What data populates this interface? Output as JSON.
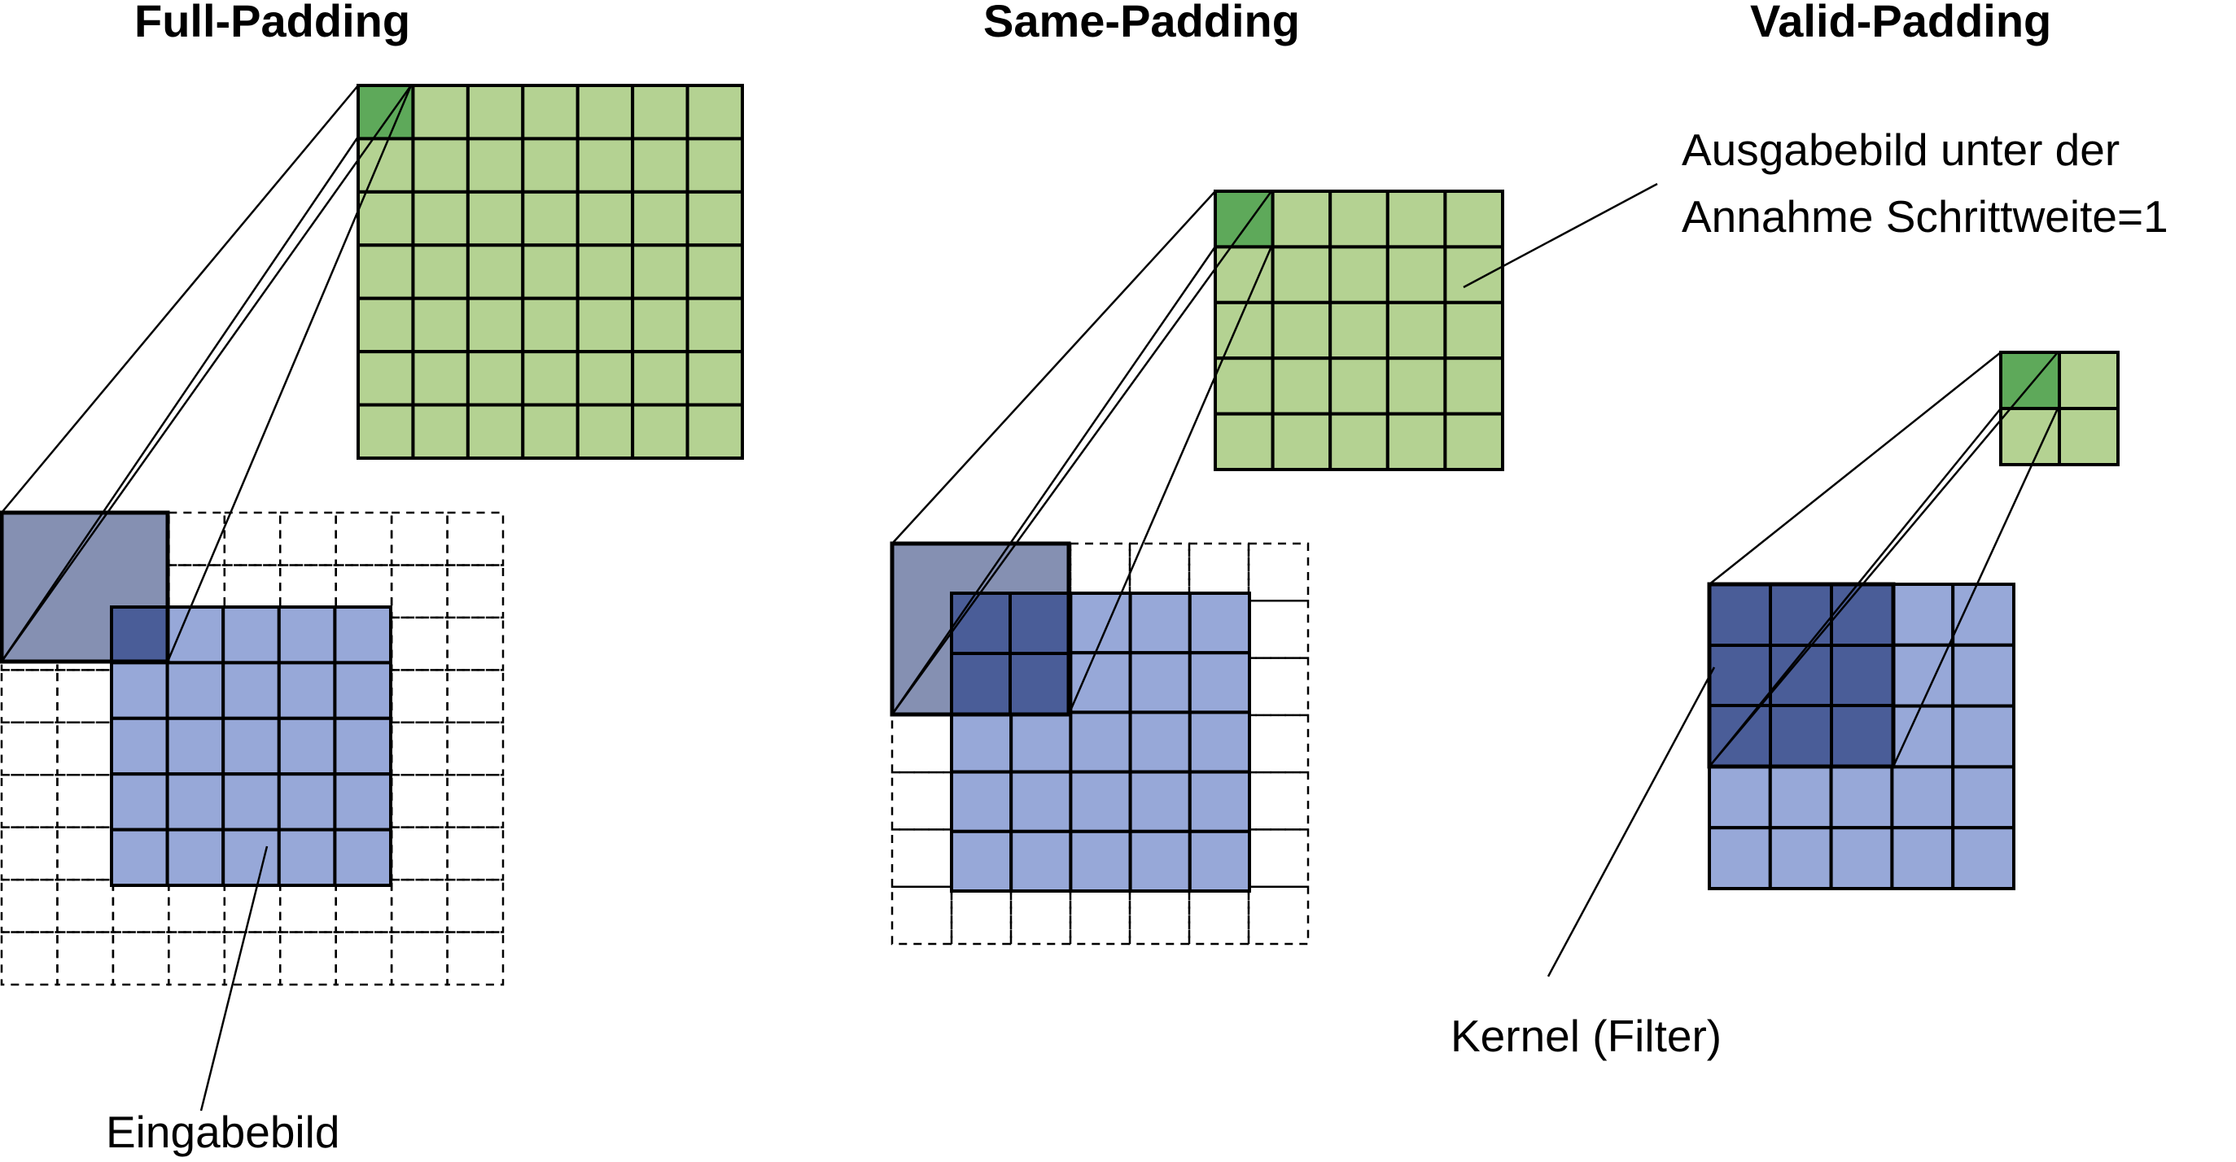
{
  "titles": {
    "full": "Full-Padding",
    "same": "Same-Padding",
    "valid": "Valid-Padding"
  },
  "labels": {
    "output_line1": "Ausgabebild unter der",
    "output_line2": "Annahme Schrittweite=1",
    "kernel": "Kernel (Filter)",
    "input": "Eingabebild"
  },
  "colors": {
    "input": "#97a8d8",
    "output": "#b4d292",
    "output_highlight": "#5ea95a",
    "kernel_overlap": "#4a5d98",
    "kernel_padding": "#8590b2"
  }
}
